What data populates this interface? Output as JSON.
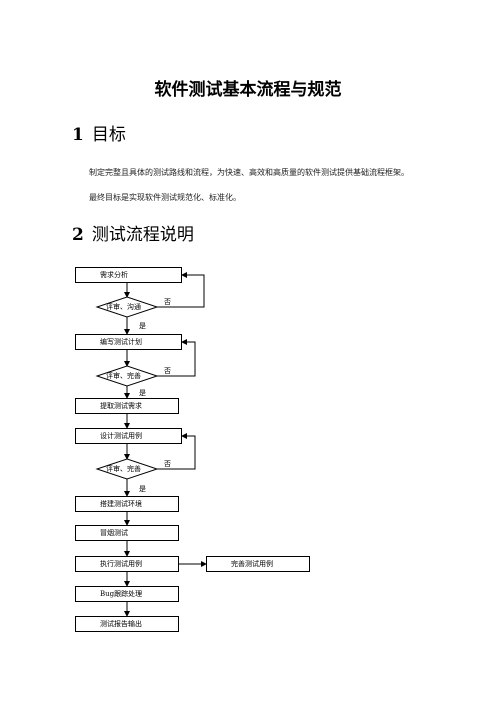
{
  "document": {
    "title": "软件测试基本流程与规范",
    "sections": [
      {
        "number": "1",
        "heading": "目标",
        "paragraphs": [
          "制定完整且具体的测试路线和流程，为快速、高效和高质量的软件测试提供基础流程框架。",
          "最终目标是实现软件测试规范化、标准化。"
        ]
      },
      {
        "number": "2",
        "heading": "测试流程说明"
      }
    ]
  },
  "flowchart": {
    "steps": [
      "需求分析",
      "编写测试计划",
      "提取测试需求",
      "设计测试用例",
      "搭建测试环境",
      "冒烟测试",
      "执行测试用例",
      "Bug跟踪处理",
      "测试报告输出"
    ],
    "decisions": [
      "评审、沟通",
      "评审、完善",
      "评审、完善"
    ],
    "side_step": "完善测试用例",
    "yes_label": "是",
    "no_label": "否"
  }
}
